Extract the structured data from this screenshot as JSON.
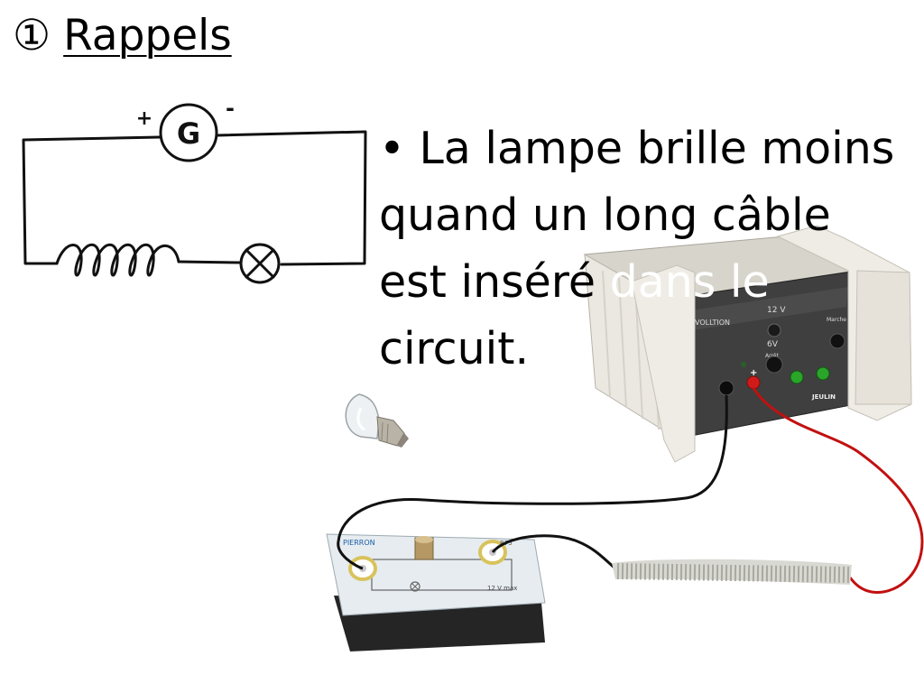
{
  "title": {
    "number": "①",
    "text": "Rappels"
  },
  "circuit": {
    "generator_label": "G",
    "plus": "+",
    "minus": "-"
  },
  "bullet": {
    "marker": "•",
    "line1": "La lampe brille moins",
    "line2": "quand un long câble",
    "line3a": "est inséré ",
    "line3b": "dans le",
    "line4": "circuit."
  },
  "psu": {
    "brand_model": "VOLLTION",
    "voltage_top": "12 V",
    "voltage_mid": "6V",
    "marche": "Marche",
    "arret": "Arrêt",
    "plus": "+",
    "brand": "JEULIN"
  },
  "holder": {
    "brand": "PIERRON",
    "ref": "B75",
    "rating": "12 V max"
  },
  "colors": {
    "wire_red": "#c21010",
    "wire_black": "#111111",
    "psu_panel": "#3a3a3a"
  }
}
